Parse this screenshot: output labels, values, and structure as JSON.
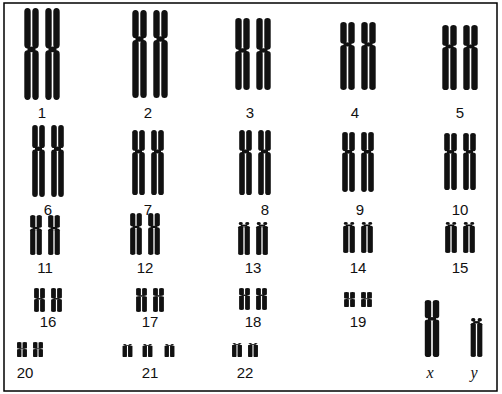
{
  "diagram": {
    "labels": [
      "1",
      "2",
      "3",
      "4",
      "5",
      "6",
      "7",
      "8",
      "9",
      "10",
      "11",
      "12",
      "13",
      "14",
      "15",
      "16",
      "17",
      "18",
      "19",
      "20",
      "21",
      "22",
      "x",
      "y"
    ]
  }
}
